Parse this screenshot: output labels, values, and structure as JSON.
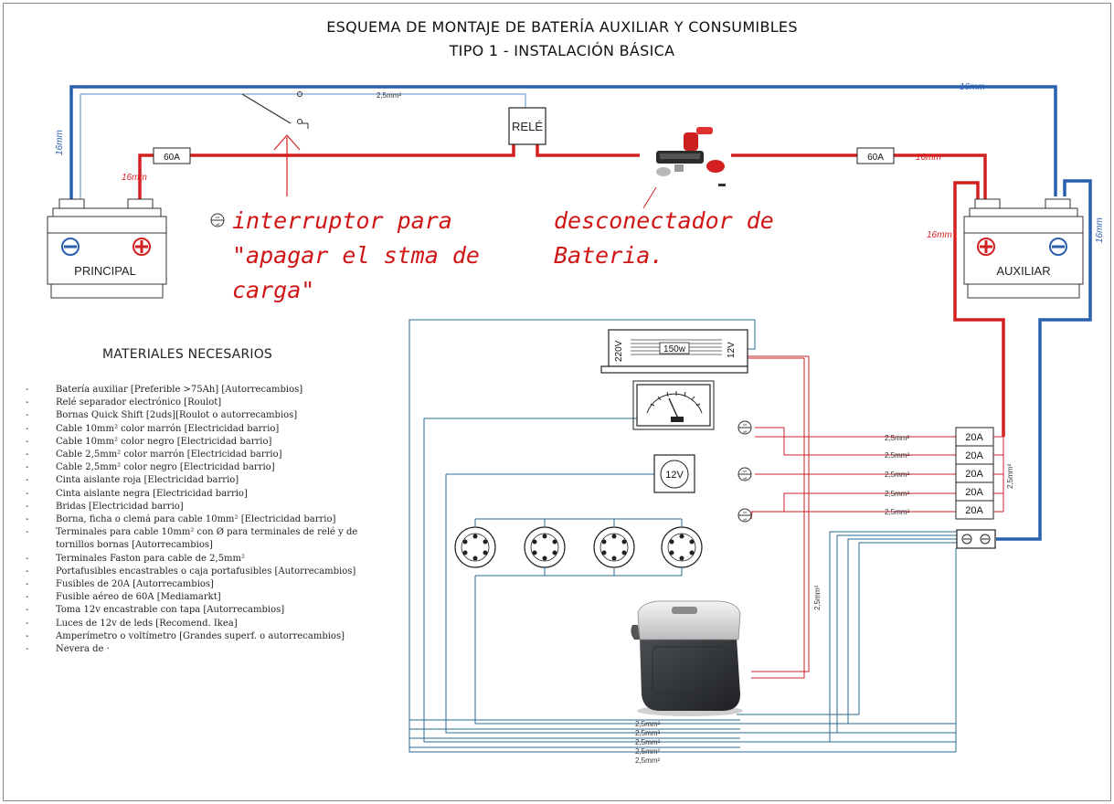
{
  "title": {
    "line1": "ESQUEMA DE MONTAJE DE BATERÍA AUXILIAR Y CONSUMIBLES",
    "line2": "TIPO 1 - INSTALACIÓN BÁSICA"
  },
  "batteries": {
    "main_label": "PRINCIPAL",
    "aux_label": "AUXILIAR"
  },
  "components": {
    "relay_label": "RELÉ",
    "fuse_main": "60A",
    "fuse_aux": "60A",
    "fuse_box": [
      "20A",
      "20A",
      "20A",
      "20A",
      "20A"
    ],
    "inverter_left": "220V",
    "inverter_center": "150w",
    "inverter_right": "12V",
    "socket_label": "12V"
  },
  "wire_labels": {
    "sixteen": "16mm",
    "relay_wire": "2,5mm²",
    "two_five": "2,5mm²",
    "fuse_box_side": "2,5mm²",
    "fridge_vertical": "2,5mm²",
    "bottom": [
      "2,5mm²",
      "2,5mm²",
      "2,5mm²",
      "2,5mm²",
      "2,5mm²"
    ]
  },
  "annotations": {
    "switch_note": [
      "interruptor para",
      "\"apagar el stma de",
      "carga\""
    ],
    "disconnector_note": [
      "desconectador de",
      "Bateria."
    ]
  },
  "materials": {
    "title": "MATERIALES NECESARIOS",
    "items": [
      "Batería auxiliar [Preferible >75Ah] [Autorrecambios]",
      "Relé separador electrónico [Roulot]",
      "Bornas Quick Shift [2uds][Roulot o autorrecambios]",
      "Cable 10mm² color marrón [Electricidad barrio]",
      "Cable 10mm² color negro [Electricidad barrio]",
      "Cable 2,5mm² color marrón [Electricidad barrio]",
      "Cable 2,5mm² color negro [Electricidad barrio]",
      "Cinta aislante roja [Electricidad barrio]",
      "Cinta aislante negra [Electricidad barrio]",
      "Bridas [Electricidad barrio]",
      "Borna, ficha o clemá para cable 10mm² [Electricidad barrio]",
      "Terminales para cable 10mm² con Ø para terminales de relé y de tornillos bornas [Autorrecambios]",
      "Terminales Faston para cable de 2,5mm²",
      "Portafusibles encastrables o caja portafusibles [Autorrecambios]",
      "Fusibles de 20A [Autorrecambios]",
      "Fusible aéreo de 60A [Mediamarkt]",
      "Toma 12v encastrable con tapa [Autorrecambios]",
      "Luces de 12v de leds [Recomend. Ikea]",
      "Amperímetro o voltímetro [Grandes superf. o autorrecambios]",
      "Nevera de ·"
    ]
  },
  "colors": {
    "positive_wire": "#d42020",
    "negative_wire": "#2a5fb0",
    "thin_positive": "#c8202a",
    "thin_negative": "#2a6a95",
    "annotation": "#d01515"
  },
  "icons": [
    "battery-icon",
    "relay-icon",
    "fuse-icon",
    "switch-icon",
    "disconnector-image",
    "inverter-icon",
    "meter-icon",
    "socket-icon",
    "light-icon",
    "fridge-image",
    "fuse-box-icon",
    "bus-bar-icon"
  ]
}
